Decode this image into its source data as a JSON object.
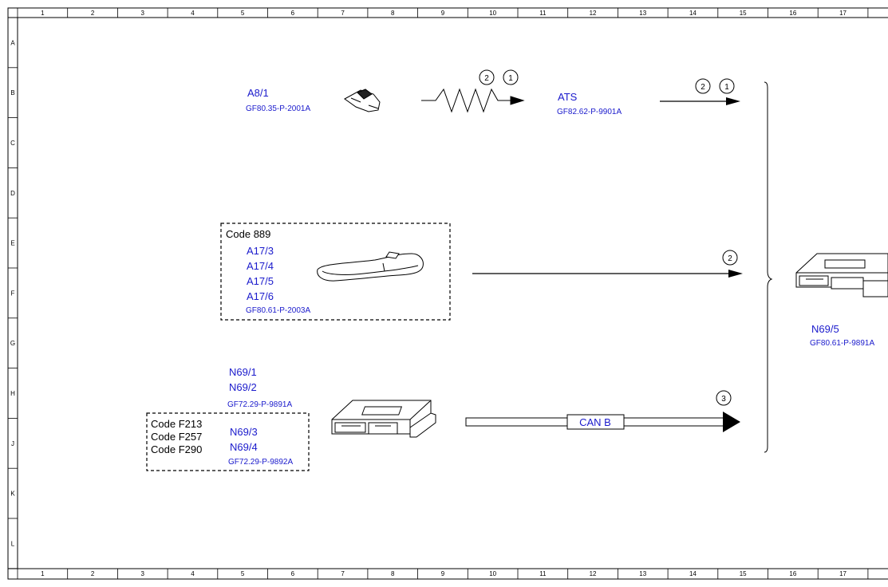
{
  "grid": {
    "columns": [
      "1",
      "2",
      "3",
      "4",
      "5",
      "6",
      "7",
      "8",
      "9",
      "10",
      "11",
      "12",
      "13",
      "14",
      "15",
      "16",
      "17"
    ],
    "rows": [
      "A",
      "B",
      "C",
      "D",
      "E",
      "F",
      "G",
      "H",
      "J",
      "K",
      "L"
    ]
  },
  "components": {
    "a8_1": {
      "ref": "A8/1",
      "gf": "GF80.35-P-2001A"
    },
    "ats": {
      "ref": "ATS",
      "gf": "GF82.62-P-9901A"
    },
    "a17": {
      "code": "Code 889",
      "refs": [
        "A17/3",
        "A17/4",
        "A17/5",
        "A17/6"
      ],
      "gf": "GF80.61-P-2003A"
    },
    "n69_12": {
      "refs": [
        "N69/1",
        "N69/2"
      ],
      "gf": "GF72.29-P-9891A"
    },
    "n69_34": {
      "codes": [
        "Code F213",
        "Code F257",
        "Code F290"
      ],
      "refs": [
        "N69/3",
        "N69/4"
      ],
      "gf": "GF72.29-P-9892A"
    },
    "n69_5": {
      "ref": "N69/5",
      "gf": "GF80.61-P-9891A"
    }
  },
  "signals": {
    "key_to_ats": [
      "2",
      "1"
    ],
    "ats_to_n69_5": [
      "2",
      "1"
    ],
    "door_to_n69_5": [
      "2"
    ],
    "can_b": {
      "number": "3",
      "label": "CAN B"
    }
  }
}
